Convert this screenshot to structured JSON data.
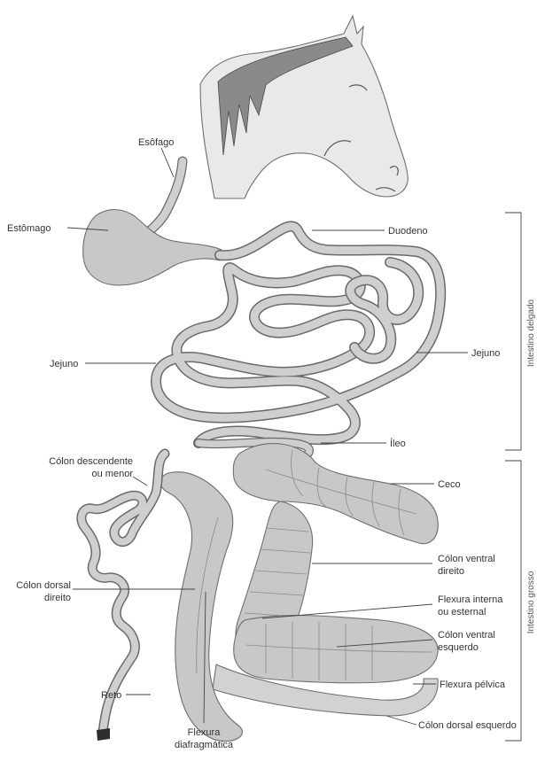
{
  "labels": {
    "esofago": "Esôfago",
    "estomago": "Estômago",
    "duodeno": "Duodeno",
    "jejuno_left": "Jejuno",
    "jejuno_right": "Jejuno",
    "ileo": "Íleo",
    "colon_descendente_1": "Cólon descendente",
    "colon_descendente_2": "ou menor",
    "ceco": "Ceco",
    "colon_ventral_direito_1": "Cólon ventral",
    "colon_ventral_direito_2": "direito",
    "colon_dorsal_direito_1": "Cólon dorsal",
    "colon_dorsal_direito_2": "direito",
    "flexura_interna_1": "Flexura interna",
    "flexura_interna_2": "ou esternal",
    "colon_ventral_esquerdo_1": "Cólon ventral",
    "colon_ventral_esquerdo_2": "esquerdo",
    "reto": "Reto",
    "flexura_pelvica": "Flexura pélvica",
    "colon_dorsal_esquerdo": "Cólon dorsal esquerdo",
    "flexura_diafragmatica_1": "Flexura",
    "flexura_diafragmatica_2": "diafragmática"
  },
  "brackets": {
    "small_intestine": "Intestino delgado",
    "large_intestine": "Intestino grosso"
  },
  "colors": {
    "organ_fill": "#c8c8c8",
    "outline": "#6e6e6e",
    "text": "#333333"
  }
}
